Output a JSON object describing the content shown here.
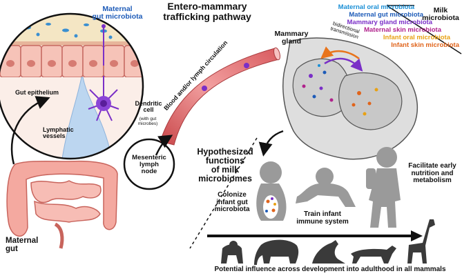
{
  "title": [
    "Entero-mammary",
    "trafficking pathway"
  ],
  "gut_inset": {
    "heading": [
      "Maternal",
      "gut microbiota"
    ],
    "epithelium": "Gut epithelium",
    "dendritic": [
      "Dendritic",
      "cell"
    ],
    "dendritic_note": [
      "(with gut",
      "microbes)"
    ],
    "lymphatic": [
      "Lymphatic",
      "vessels"
    ]
  },
  "circulation": "Blood and/or lymph circulation",
  "lymph_node": [
    "Mesenteric",
    "lymph",
    "node"
  ],
  "maternal_gut": [
    "Maternal",
    "gut"
  ],
  "mammary_gland": [
    "Mammary",
    "gland"
  ],
  "bidirectional": [
    "bidirectional",
    "transmission"
  ],
  "milk_microbiota": {
    "heading": [
      "Milk",
      "microbiota"
    ],
    "items": [
      {
        "label": "Maternal oral microbiota",
        "color": "#1a8fd6"
      },
      {
        "label": "Maternal gut microbiota",
        "color": "#1d5bb8"
      },
      {
        "label": "Mammary gland microbiota",
        "color": "#7a2fc7"
      },
      {
        "label": "Maternal skin microbiota",
        "color": "#b0228c"
      },
      {
        "label": "Infant oral microbiota",
        "color": "#e8a114"
      },
      {
        "label": "Infant skin microbiota",
        "color": "#e0641b"
      }
    ]
  },
  "hypothesized": [
    "Hypothesized",
    "functions",
    "of milk",
    "microbiomes"
  ],
  "functions": {
    "colonize": [
      "Colonize",
      "infant gut",
      "microbiota"
    ],
    "train": [
      "Train infant",
      "immune system"
    ],
    "nutrition": [
      "Facilitate early",
      "nutrition and",
      "metabolism"
    ]
  },
  "footer": "Potential influence across development into adulthood in all mammals",
  "colors": {
    "gut_pink": "#f4a9a0",
    "vessel": "#e26a6a",
    "lymph_blue": "#bcd6f0",
    "dendritic": "#7a2fc7",
    "silhouette": "#9a9a9a"
  }
}
